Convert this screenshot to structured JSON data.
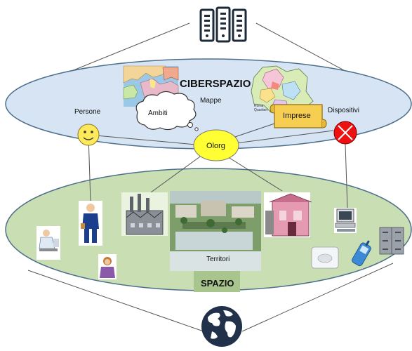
{
  "top_icon": "server-rack-icon",
  "bottom_icon": "globe-icon",
  "cyberspace": {
    "title": "CIBERSPAZIO",
    "color": "#d6e4f3",
    "labels": {
      "persone": "Persone",
      "mappe": "Mappe",
      "ambiti": "Ambiti",
      "imprese": "Imprese",
      "dispositivi": "Dispositivi",
      "olorg": "Olorg",
      "map_caption": "Roma Quartieri"
    }
  },
  "space": {
    "title": "SPAZIO",
    "color": "#c9dfb3",
    "territori": "Territori"
  },
  "colors": {
    "line": "#555555",
    "olorg": "#ffff33",
    "smiley": "#fde95a",
    "device": "#ee1111",
    "scroll": "#f6cf52"
  }
}
